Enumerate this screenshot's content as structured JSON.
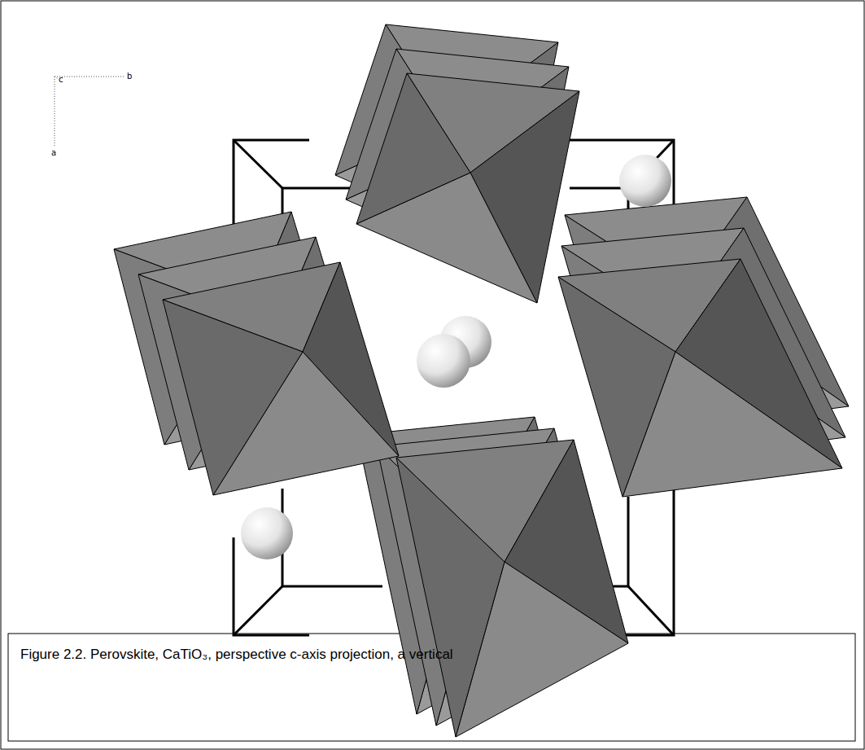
{
  "diagram": {
    "caption": "Figure 2.2. Perovskite, CaTiO₃, perspective c-axis projection, a vertical",
    "labels": [
      "c",
      "b",
      "a"
    ]
  }
}
